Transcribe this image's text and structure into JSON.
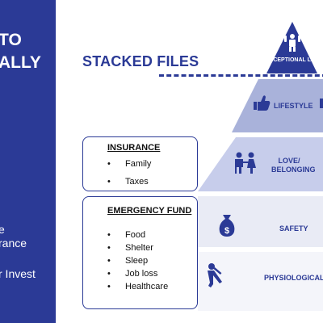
{
  "sidebar": {
    "title_line1": "TO",
    "title_line2": "ALLY",
    "item1": "e",
    "item2": "rance",
    "item3": "r Invest"
  },
  "header": {
    "title": "STACKED FILES"
  },
  "pyramid": {
    "tiers": [
      {
        "label": "EXCEPTIONAL LIFE",
        "icon": "trophy-person-icon"
      },
      {
        "label": "LIFESTYLE",
        "icon": "thumbs-up-icon"
      },
      {
        "label": "LOVE/ BELONGING",
        "icon": "couple-icon"
      },
      {
        "label": "SAFETY",
        "icon": "money-bag-icon"
      },
      {
        "label": "PHYSIOLOGICAL",
        "icon": "stretching-person-icon"
      }
    ],
    "colors": {
      "apex": "#2b3a96",
      "lifestyle": "#a9b2da",
      "love": "#c7cdeb",
      "safety": "#e9ebf5",
      "physiological": "#f4f5fa",
      "accent": "#2b3a96"
    }
  },
  "insurance": {
    "heading": "INSURANCE",
    "items": [
      "Family",
      "Taxes"
    ]
  },
  "emergency": {
    "heading": "EMERGENCY FUND",
    "items": [
      "Food",
      "Shelter",
      "Sleep",
      "Job loss",
      "Healthcare"
    ]
  }
}
